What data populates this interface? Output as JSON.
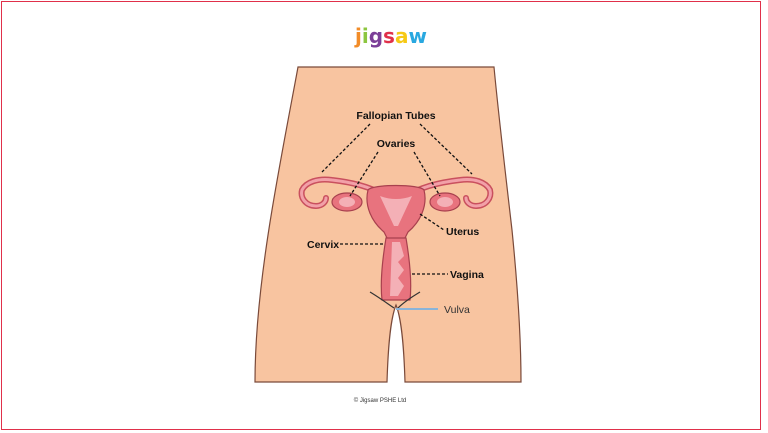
{
  "brand": {
    "logo_text": "jigsaw",
    "letter_colors": [
      "#f28c28",
      "#8cc63f",
      "#7b3f98",
      "#e0304a",
      "#f6c915",
      "#29a8e0"
    ]
  },
  "labels": {
    "fallopian_tubes": "Fallopian Tubes",
    "ovaries": "Ovaries",
    "uterus": "Uterus",
    "cervix": "Cervix",
    "vagina": "Vagina",
    "vulva": "Vulva"
  },
  "footer": {
    "copyright": "© Jigsaw PSHE Ltd"
  },
  "colors": {
    "frame": "#e0304a",
    "skin": "#f8c4a0",
    "organ": "#e8737e",
    "organ_dark": "#c9505e",
    "vulva_line": "#8ab4d9"
  }
}
